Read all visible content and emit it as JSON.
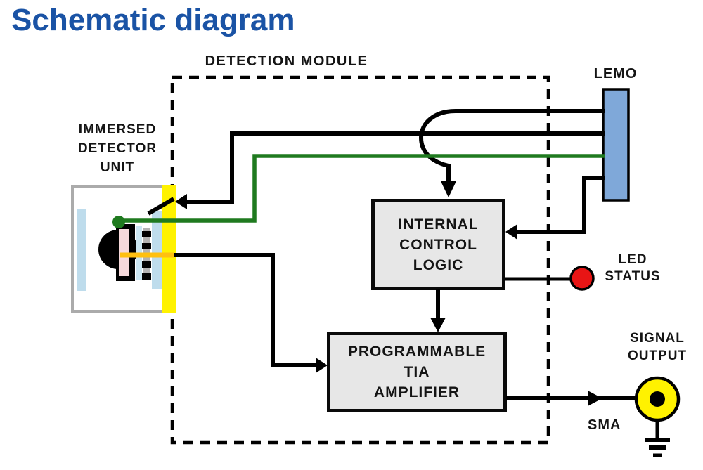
{
  "title": "Schematic diagram",
  "module": {
    "label": "DETECTION MODULE"
  },
  "detector": {
    "label_lines": [
      "IMMERSED",
      "DETECTOR",
      "UNIT"
    ]
  },
  "lemo": {
    "label": "LEMO"
  },
  "control_logic": {
    "lines": [
      "INTERNAL",
      "CONTROL",
      "LOGIC"
    ]
  },
  "amplifier": {
    "lines": [
      "PROGRAMMABLE",
      "TIA",
      "AMPLIFIER"
    ]
  },
  "led": {
    "lines": [
      "LED",
      "STATUS"
    ]
  },
  "signal_output": {
    "lines": [
      "SIGNAL",
      "OUTPUT"
    ]
  },
  "sma": {
    "label": "SMA"
  },
  "colors": {
    "title_blue": "#1A53A5",
    "lemo_blue": "#7FA8D9",
    "led_red": "#E81515",
    "sma_yellow": "#FFF200",
    "feedthrough_yellow": "#FFF200",
    "wire_green": "#1F7A1F",
    "wire_orange": "#FFC010",
    "box_gray": "#E7E7E7",
    "detector_light_blue": "#BEDCEC",
    "detector_pink": "#F6D9DB",
    "wire_black": "#000000"
  }
}
